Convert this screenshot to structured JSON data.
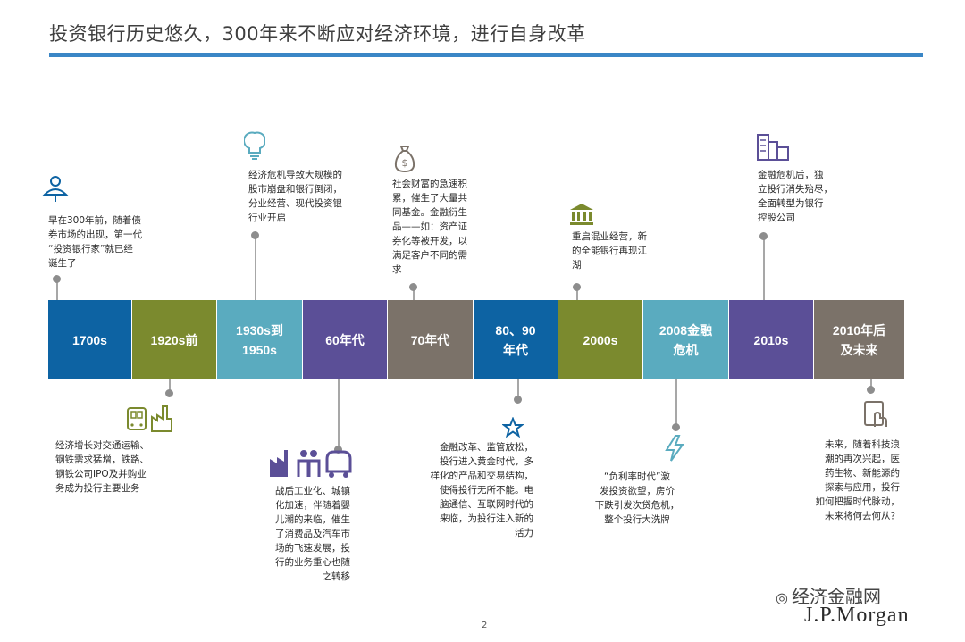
{
  "header": {
    "title": "投资银行历史悠久，300年来不断应对经济环境，进行自身改革"
  },
  "colors": {
    "blue": "#0d63a3",
    "olive": "#7b8a2e",
    "teal": "#5aabbf",
    "purple": "#5b4f97",
    "taupe": "#7b7269",
    "rule": "#3a86c6"
  },
  "timeline": [
    {
      "label": "1700s",
      "color": "#0d63a3"
    },
    {
      "label": "1920s前",
      "color": "#7b8a2e"
    },
    {
      "label": "1930s到\n1950s",
      "color": "#5aabbf"
    },
    {
      "label": "60年代",
      "color": "#5b4f97"
    },
    {
      "label": "70年代",
      "color": "#7b7269"
    },
    {
      "label": "80、90\n年代",
      "color": "#0d63a3"
    },
    {
      "label": "2000s",
      "color": "#7b8a2e"
    },
    {
      "label": "2008金融\n危机",
      "color": "#5aabbf"
    },
    {
      "label": "2010s",
      "color": "#5b4f97"
    },
    {
      "label": "2010年后\n及未来",
      "color": "#7b7269"
    }
  ],
  "notes": {
    "n1700": "早在300年前，随着债\n券市场的出现，第一代\n“投资银行家”就已经\n诞生了",
    "n1920": "经济增长对交通运输、\n钢铁需求猛增，铁路、\n钢铁公司IPO及并购业\n务成为投行主要业务",
    "n1930": "经济危机导致大规模的\n股市崩盘和银行倒闭，\n分业经营、现代投资银\n行业开启",
    "n60": "战后工业化、城镇\n化加速，伴随着婴\n儿潮的来临，催生\n了消费品及汽车市\n场的飞速发展，投\n行的业务重心也随\n之转移",
    "n70": "社会财富的急速积\n累，催生了大量共\n同基金。金融衍生\n品——如：资产证\n券化等被开发，以\n满足客户不同的需\n求",
    "n80": "金融改革、监管放松，\n投行进入黄金时代，多\n样化的产品和交易结构，\n使得投行无所不能。电\n脑通信、互联网时代的\n来临，为投行注入新的\n活力",
    "n2000": "重启混业经营，新\n的全能银行再现江\n湖",
    "n2008": "“负利率时代”激\n发投资欲望，房价\n下跌引发次贷危机，\n整个投行大洗牌",
    "n2010": "金融危机后，独\n立投行消失殆尽，\n全面转型为银行\n控股公司",
    "nfuture": "未来，随着科技浪\n潮的再次兴起，医\n药生物、新能源的\n探索与应用，投行\n如何把握时代脉动，\n未来将何去何从？"
  },
  "icons": {
    "i1700": "umbrella-person-icon",
    "i1920": "train-factory-icon",
    "i1930": "lightbulb-icon",
    "i60": "factory-family-car-icon",
    "i70": "money-bag-icon",
    "i80": "star-icon",
    "i2000": "bank-building-icon",
    "i2008": "lightning-icon",
    "i2010": "buildings-icon",
    "ifuture": "tablet-hand-icon"
  },
  "footer": {
    "page_number": "2",
    "wechat": "经济金融网",
    "brand": "J.P.Morgan"
  }
}
